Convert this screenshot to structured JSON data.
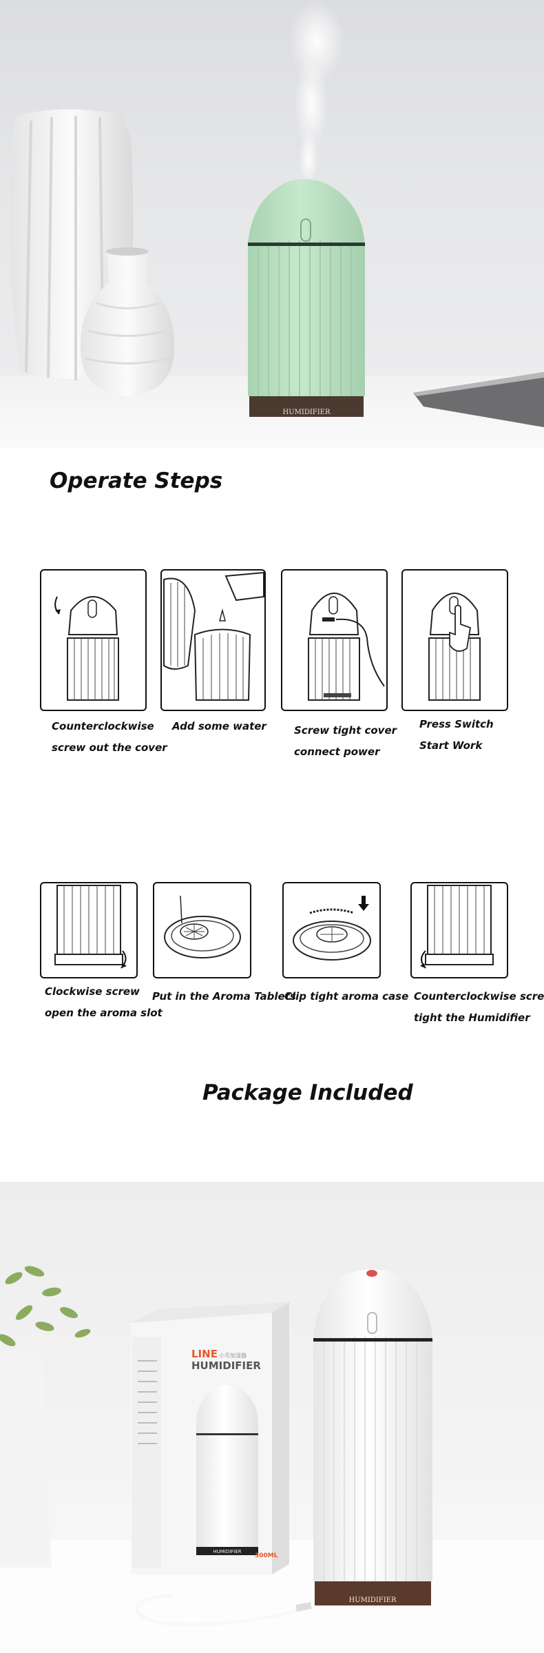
{
  "hero": {
    "device_label": "HUMIDIFIER",
    "colors": {
      "device": "#bfe3c6",
      "device_shadow": "#a9d4b2",
      "base": "#4a3a30"
    }
  },
  "operate": {
    "title": "Operate Steps",
    "row1": [
      {
        "line1": "Counterclockwise",
        "line2": "screw out the cover",
        "icon": "rotate-cover-icon"
      },
      {
        "line1": "Add some water",
        "line2": "",
        "icon": "pour-water-icon"
      },
      {
        "line1": "Screw tight cover",
        "line2": "connect power",
        "icon": "connect-power-icon"
      },
      {
        "line1": "Press Switch",
        "line2": "Start Work",
        "icon": "press-switch-icon"
      }
    ],
    "row2": [
      {
        "line1": "Clockwise screw",
        "line2": "open the aroma slot",
        "icon": "open-aroma-slot-icon"
      },
      {
        "line1": "Put in the Aroma Tablets",
        "line2": "",
        "icon": "aroma-tablet-icon"
      },
      {
        "line1": "Clip tight aroma case",
        "line2": "",
        "icon": "clip-case-icon"
      },
      {
        "line1": "Counterclockwise screw",
        "line2": "tight the Humidifier",
        "icon": "tighten-humidifier-icon"
      }
    ]
  },
  "package": {
    "title": "Package Included",
    "box_brand_line1": "LINE",
    "box_brand_line2": "HUMIDIFIER",
    "box_brand_cn": "小号加湿器",
    "box_capacity": "300ML",
    "box_device_label": "HUMIDIFIER",
    "device_label": "HUMIDIFIER",
    "colors": {
      "brand": "#e8562a",
      "device": "#ffffff",
      "base": "#5a3a2a"
    }
  }
}
